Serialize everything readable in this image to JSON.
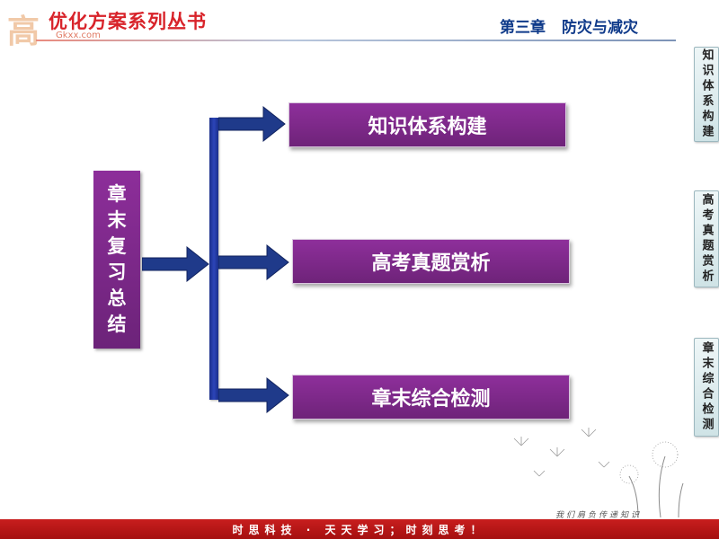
{
  "header": {
    "logo_mark": "高",
    "logo_title": "优化方案系列丛书",
    "logo_url": "Gkxx.com",
    "chapter": "第三章",
    "chapter_subtitle": "防灾与减灾"
  },
  "sidebar": {
    "tabs": [
      {
        "label": "知识体系构建"
      },
      {
        "label": "高考真题赏析"
      },
      {
        "label": "章末综合检测"
      }
    ]
  },
  "main": {
    "left_box_chars": [
      "章",
      "末",
      "复",
      "习",
      "总",
      "结"
    ],
    "boxes": [
      {
        "label": "知识体系构建"
      },
      {
        "label": "高考真题赏析"
      },
      {
        "label": "章末综合检测"
      }
    ]
  },
  "decoration": {
    "slogan_small": "我们肩负传递知识"
  },
  "footer": {
    "text": "时思科技 · 天天学习；时刻思考！"
  },
  "colors": {
    "box_purple": "#7b2787",
    "arrow_navy": "#1f3a8a",
    "footer_red": "#b81515",
    "chapter_blue": "#0f3a8a"
  }
}
